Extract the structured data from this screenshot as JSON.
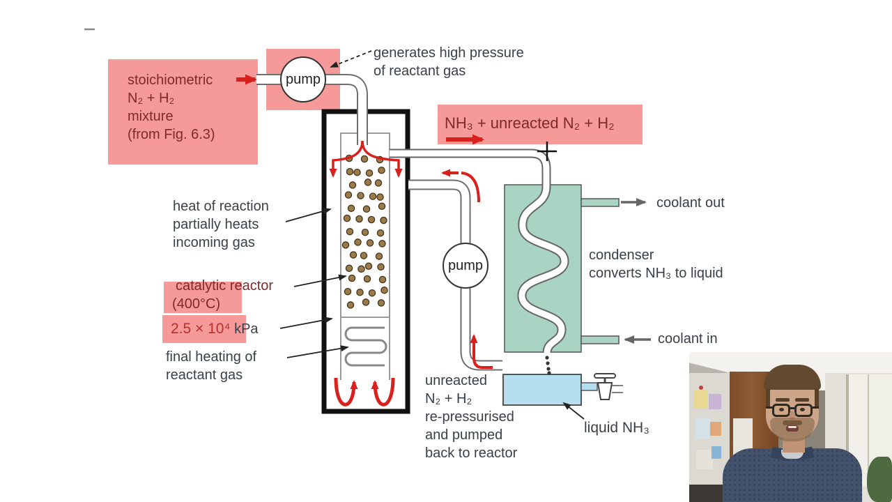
{
  "diagram": {
    "colors": {
      "highlight_pink": "#f59a98",
      "maroon_text": "#7e2a28",
      "arrow_red": "#d8201d",
      "pressure_red_text": "#b5302c",
      "dark_text": "#3a4049",
      "condenser_green": "#a9d4c3",
      "liquid_blue": "#b5def0",
      "catalyst_brown": "#9c7b4a",
      "pipe_gray": "#6e6e6e",
      "coolant_arrow_gray": "#666666"
    },
    "labels": {
      "feed_box": [
        "stoichiometric",
        "N₂ + H₂",
        "mixture",
        "(from Fig. 6.3)"
      ],
      "pump_top": "pump",
      "pump_recycle": "pump",
      "generates": [
        "generates high pressure",
        "of reactant gas"
      ],
      "product_stream": "NH₃ + unreacted N₂ + H₂",
      "heat_of_reaction": [
        "heat of reaction",
        "partially heats",
        "incoming gas"
      ],
      "catalytic_reactor": "catalytic reactor",
      "reactor_temp": "(400°C)",
      "pressure_value": "2.5 × 10⁴",
      "pressure_unit": " kPa",
      "final_heating": [
        "final heating of",
        "reactant gas"
      ],
      "condenser": [
        "condenser",
        "converts NH₃ to liquid"
      ],
      "coolant_out": "coolant out",
      "coolant_in": "coolant in",
      "recycle_note": [
        "unreacted",
        "N₂ + H₂",
        "re-pressurised",
        "and pumped",
        "back to reactor"
      ],
      "liquid_product": "liquid NH₃"
    }
  },
  "webcam": {
    "shirt_color": "#44536b",
    "cabinet_wood": "#7d4e2a",
    "skin_tone": "#cda68a"
  }
}
